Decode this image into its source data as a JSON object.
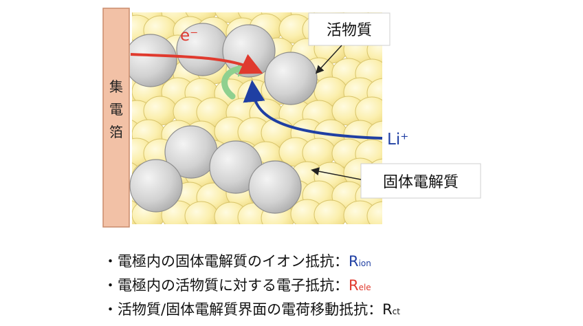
{
  "diagram": {
    "collector_label": [
      "集",
      "電",
      "箔"
    ],
    "electron_label": "e⁻",
    "lithium_label": "Li⁺",
    "active_material_label": "活物質",
    "solid_electrolyte_label": "固体電解質"
  },
  "colors": {
    "collector_fill": "#f2c1a6",
    "collector_stroke": "#c98a6a",
    "electrolyte_fill": "#fbefae",
    "electrolyte_stroke": "#d8c46a",
    "active_fill": "#d2d2d2",
    "electron_arrow": "#e03a2e",
    "lithium_arrow": "#1f3fa3",
    "reaction_arrow": "#8fd08f"
  },
  "bullets": [
    {
      "prefix": "・電極内の固体電解質のイオン抵抗：",
      "symbol": "R",
      "sub": "ion",
      "color": "#1f3fa3"
    },
    {
      "prefix": "・電極内の活物質に対する電子抵抗：",
      "symbol": "R",
      "sub": "ele",
      "color": "#e03a2e"
    },
    {
      "prefix": "・活物質/固体電解質界面の電荷移動抵抗：",
      "symbol": "R",
      "sub": "ct",
      "color": "#111111"
    }
  ]
}
